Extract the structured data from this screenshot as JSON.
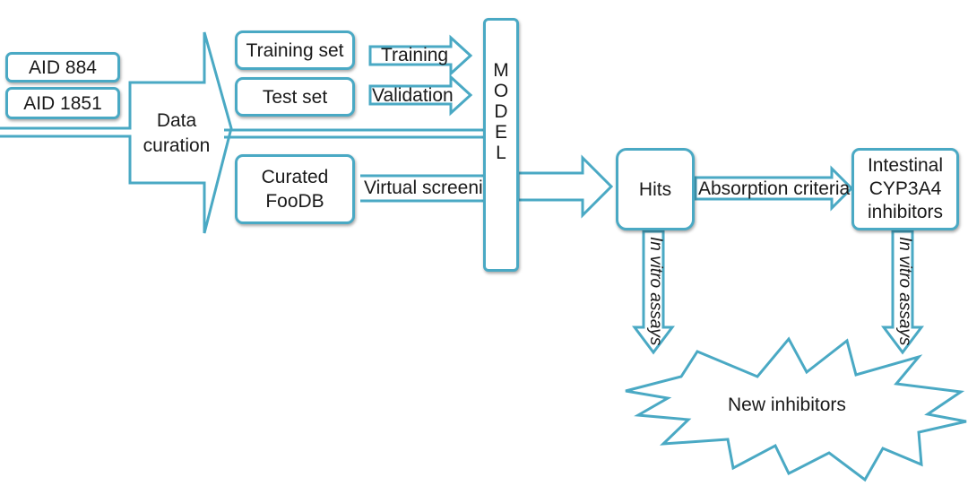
{
  "inputs": {
    "aid884": "AID 884",
    "aid1851": "AID 1851"
  },
  "curation": {
    "line1": "Data",
    "line2": "curation"
  },
  "sets": {
    "training_set": "Training set",
    "test_set": "Test set"
  },
  "arrows": {
    "training": "Training",
    "validation": "Validation",
    "virtual_screening": "Virtual screening",
    "absorption": "Absorption criteria",
    "assay_left": "In vitro assays",
    "assay_right": "In vitro assays"
  },
  "foodb": {
    "line1": "Curated",
    "line2": "FooDB"
  },
  "model": {
    "letters": [
      "M",
      "O",
      "D",
      "E",
      "L"
    ]
  },
  "hits": "Hits",
  "intestinal": {
    "line1": "Intestinal",
    "line2": "CYP3A4",
    "line3": "inhibitors"
  },
  "result": "New inhibitors",
  "colors": {
    "accent": "#4aa9c4",
    "text": "#1a1a1a"
  }
}
